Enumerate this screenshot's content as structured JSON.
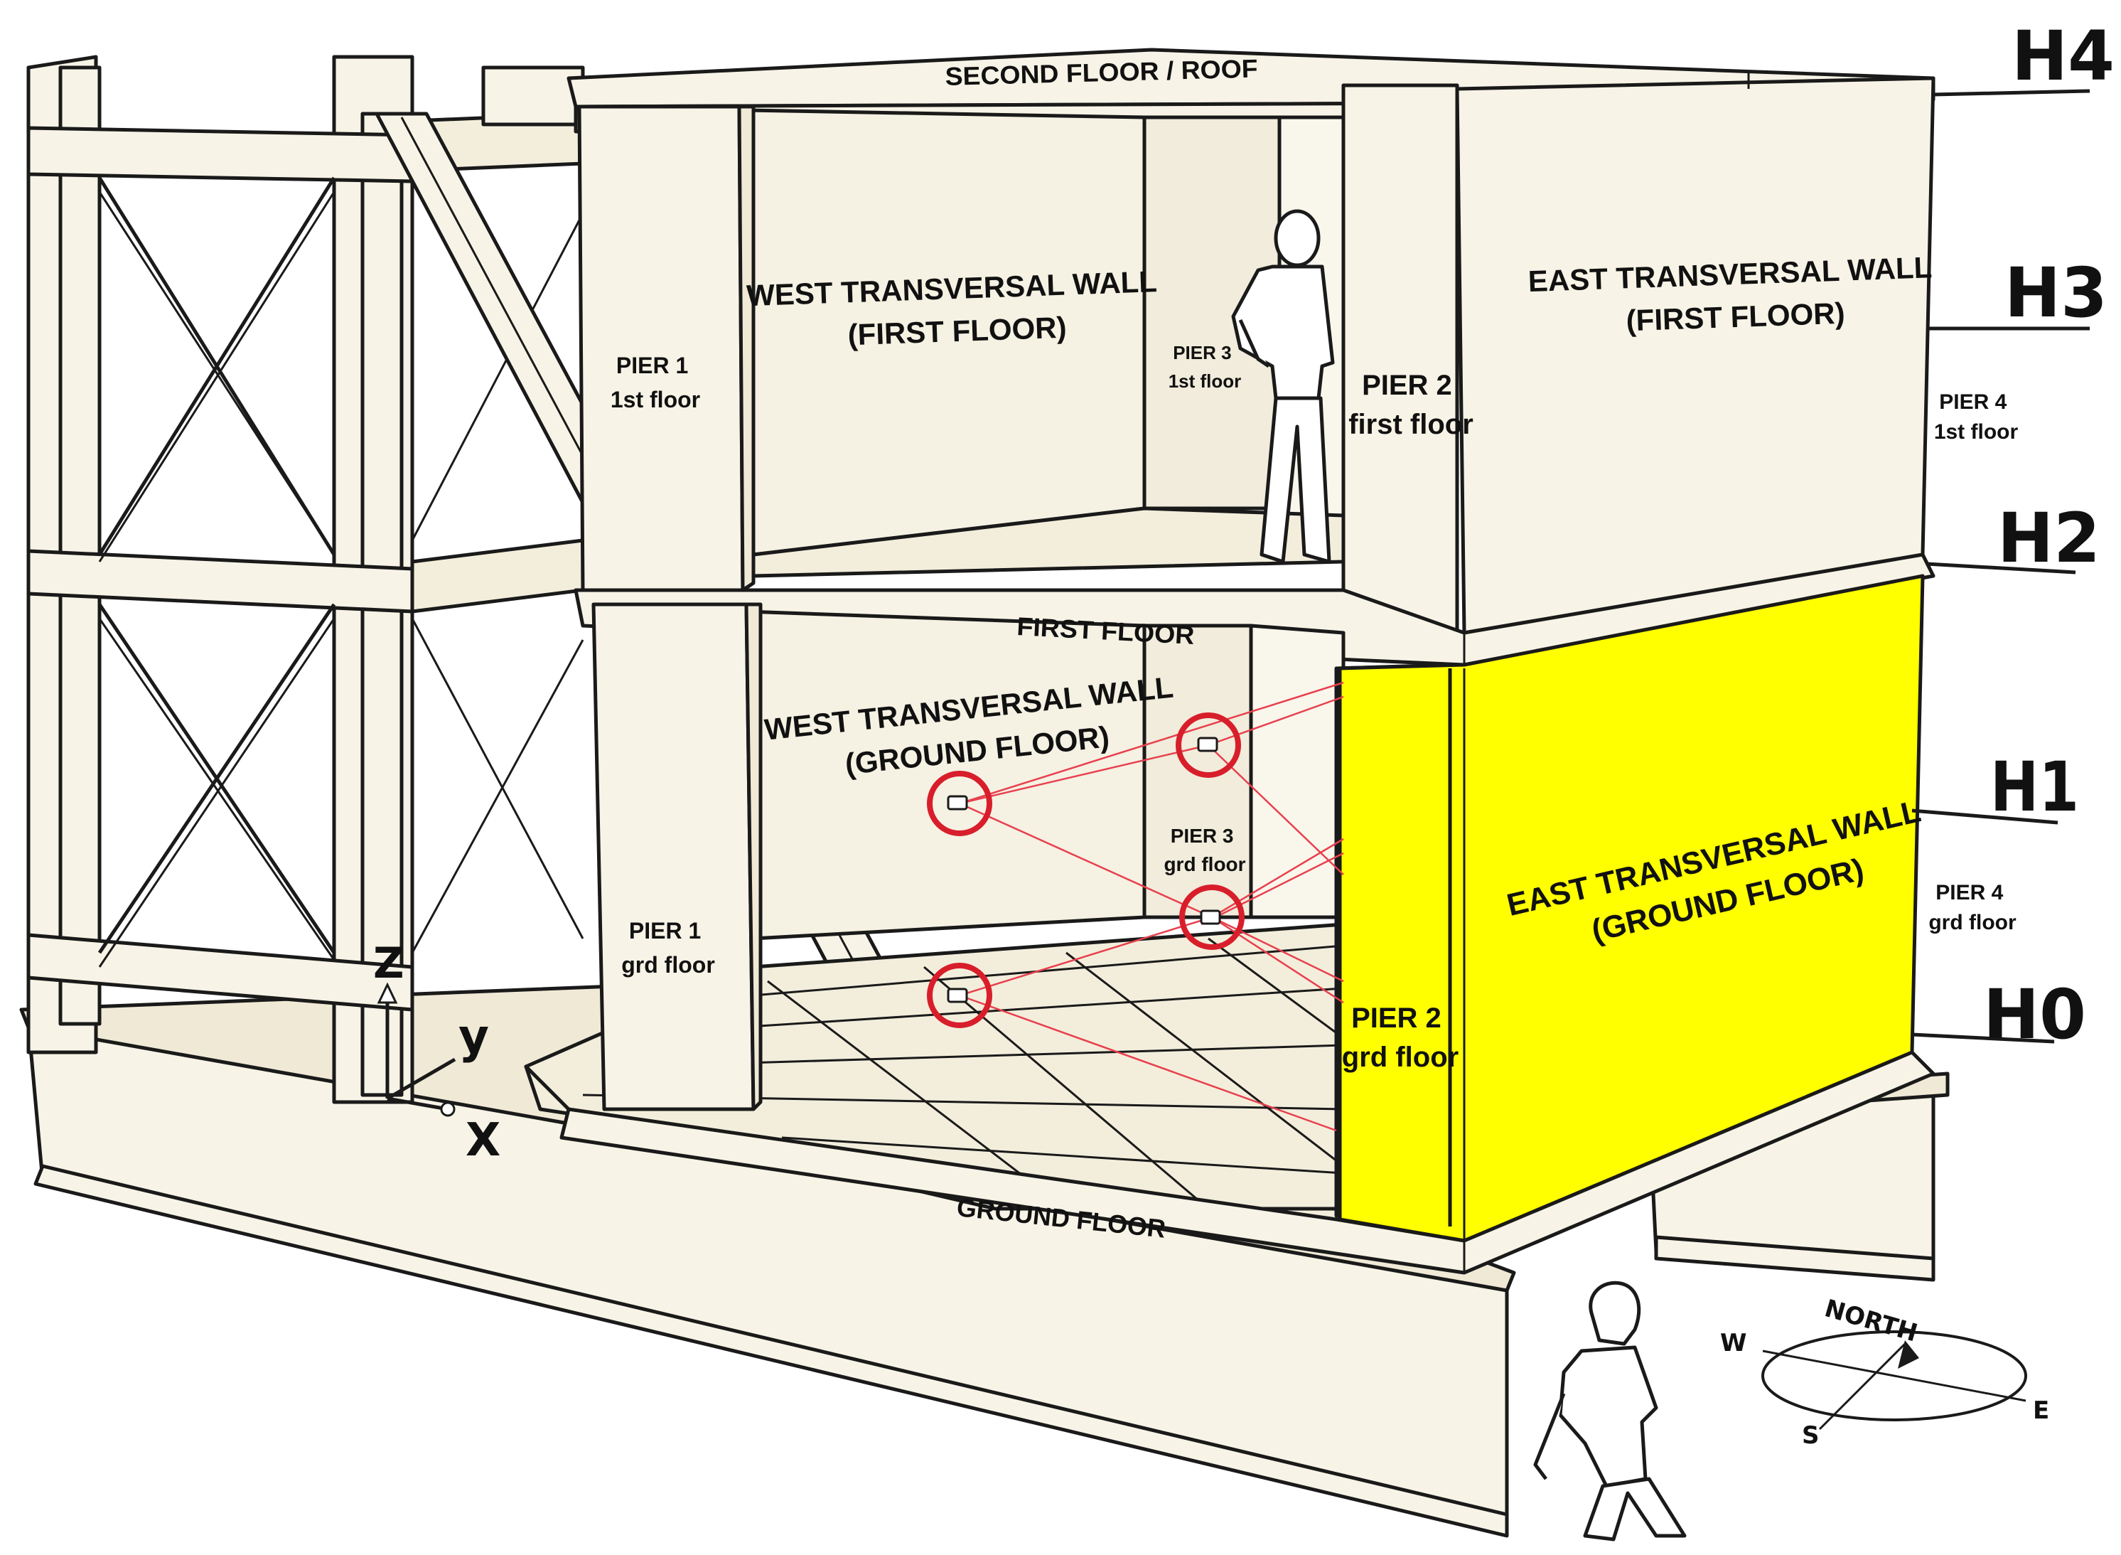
{
  "levels": [
    "H4",
    "H3",
    "H2",
    "H1",
    "H0"
  ],
  "floors": {
    "roof": "SECOND FLOOR / ROOF",
    "first": "FIRST FLOOR",
    "ground": "GROUND FLOOR"
  },
  "walls": {
    "west_first": [
      "WEST TRANSVERSAL WALL",
      "(FIRST FLOOR)"
    ],
    "east_first": [
      "EAST TRANSVERSAL WALL",
      "(FIRST FLOOR)"
    ],
    "west_ground": [
      "WEST TRANSVERSAL WALL",
      "(GROUND FLOOR)"
    ],
    "east_ground": [
      "EAST TRANSVERSAL WALL",
      "(GROUND FLOOR)"
    ]
  },
  "piers": {
    "p1_first": [
      "PIER 1",
      "1st floor"
    ],
    "p3_first": [
      "PIER 3",
      "1st floor"
    ],
    "p2_first": [
      "PIER 2",
      "first floor"
    ],
    "p4_first": [
      "PIER 4",
      "1st floor"
    ],
    "p1_ground": [
      "PIER 1",
      "grd floor"
    ],
    "p3_ground": [
      "PIER 3",
      "grd floor"
    ],
    "p2_ground": [
      "PIER 2",
      "grd floor"
    ],
    "p4_ground": [
      "PIER 4",
      "grd floor"
    ]
  },
  "axes": {
    "z": "Z",
    "y": "y",
    "x": "X"
  },
  "compass": {
    "north": "NORTH",
    "west": "W",
    "east": "E",
    "south": "S"
  },
  "colors": {
    "structure_fill": "#f7f3e6",
    "highlight_wall": "#ffff00",
    "sensor_ring": "#d81e2b",
    "sensor_line": "#e8404e",
    "outline": "#1a1a1a"
  },
  "icons": [
    "standing-person-icon",
    "walking-person-icon",
    "compass-rose-icon",
    "sensor-icon"
  ]
}
